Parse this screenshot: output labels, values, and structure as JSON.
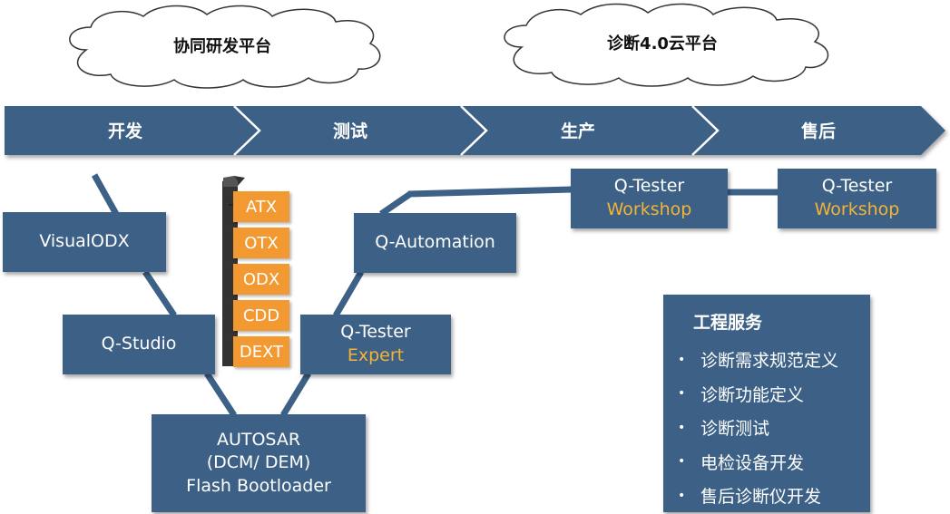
{
  "clouds": [
    {
      "label": "协同研发平台"
    },
    {
      "label": "诊断4.0云平台"
    }
  ],
  "stages": [
    "开发",
    "测试",
    "生产",
    "售后"
  ],
  "boxes": {
    "visualodx": {
      "line1": "VisualODX"
    },
    "qstudio": {
      "line1": "Q-Studio"
    },
    "autosar": {
      "line1": "AUTOSAR",
      "line2": "(DCM/ DEM)",
      "line3": "Flash Bootloader"
    },
    "qtester_expert": {
      "line1": "Q-Tester",
      "line2": "Expert"
    },
    "qautomation": {
      "line1": "Q-Automation"
    },
    "qtester_ws1": {
      "line1": "Q-Tester",
      "line2": "Workshop"
    },
    "qtester_ws2": {
      "line1": "Q-Tester",
      "line2": "Workshop"
    }
  },
  "formats": [
    "ATX",
    "OTX",
    "ODX",
    "CDD",
    "DEXT"
  ],
  "services": {
    "title": "工程服务",
    "bullet": "•",
    "items": [
      "诊断需求规范定义",
      "诊断功能定义",
      "诊断测试",
      "电检设备开发",
      "售后诊断仪开发"
    ]
  },
  "colors": {
    "box": "#3d6186",
    "accent": "#f5b335",
    "tag": "#f29a31",
    "arrow": "#3d6186"
  }
}
